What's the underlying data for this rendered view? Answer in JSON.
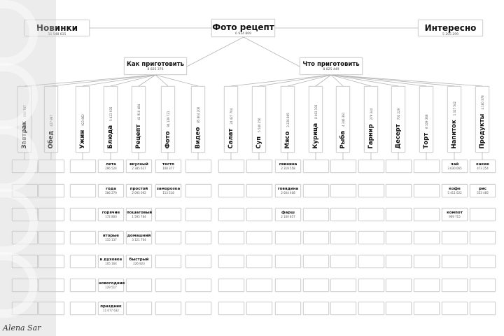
{
  "root": {
    "label": "Фото рецепт",
    "value": "6 934 869"
  },
  "left_node": {
    "label": "Новинки",
    "value": "11 548 615"
  },
  "right_node": {
    "label": "Интересно",
    "value": "5 205 299"
  },
  "groups": [
    {
      "label": "Как приготовить",
      "value": "8 825 376"
    },
    {
      "label": "Что приготовить",
      "value": "8 825 449"
    }
  ],
  "columns": [
    {
      "label": "Завтрак",
      "value": "868 357",
      "group": 0,
      "leaves": []
    },
    {
      "label": "Обед",
      "value": "427 987",
      "group": 0,
      "leaves": []
    },
    {
      "label": "Ужин",
      "value": "923 862",
      "group": 0,
      "leaves": []
    },
    {
      "label": "Блюда",
      "value": "5 423 935",
      "group": 0,
      "leaves": [
        {
          "label": "лета",
          "value": "296 524"
        },
        {
          "label": "года",
          "value": "286 279"
        },
        {
          "label": "горячие",
          "value": "172 800"
        },
        {
          "label": "вторые",
          "value": "115 137"
        },
        {
          "label": "в духовке",
          "value": "105 164"
        },
        {
          "label": "новогодние",
          "value": "129 517"
        },
        {
          "label": "праздник",
          "value": "11 077 632"
        }
      ]
    },
    {
      "label": "Рецепт",
      "value": "41 910 484",
      "group": 0,
      "leaves": [
        {
          "label": "вкусный",
          "value": "2 385 627"
        },
        {
          "label": "простой",
          "value": "2 095 092"
        },
        {
          "label": "пошаговый",
          "value": "1 595 784"
        },
        {
          "label": "домашний",
          "value": "3 121 704"
        },
        {
          "label": "быстрый",
          "value": "226 923"
        }
      ]
    },
    {
      "label": "Фото",
      "value": "94 139 721",
      "group": 0,
      "leaves": [
        {
          "label": "тесто",
          "value": "108 377"
        },
        {
          "label": "заморозка",
          "value": "113 518"
        }
      ]
    },
    {
      "label": "Видео",
      "value": "85 804 206",
      "group": 0,
      "leaves": []
    },
    {
      "label": "Салат",
      "value": "24 427 704",
      "group": 1,
      "leaves": []
    },
    {
      "label": "Суп",
      "value": "5 540 256",
      "group": 1,
      "leaves": []
    },
    {
      "label": "Мясо",
      "value": "3 236 865",
      "group": 1,
      "leaves": [
        {
          "label": "свинина",
          "value": "2 319 558"
        },
        {
          "label": "говядина",
          "value": "2 604 408"
        },
        {
          "label": "фарш",
          "value": "2 160 857"
        }
      ]
    },
    {
      "label": "Курица",
      "value": "8 493 193",
      "group": 1,
      "leaves": []
    },
    {
      "label": "Рыба",
      "value": "4 346 361",
      "group": 1,
      "leaves": []
    },
    {
      "label": "Гарнир",
      "value": "279 344",
      "group": 1,
      "leaves": []
    },
    {
      "label": "Десерт",
      "value": "702 229",
      "group": 1,
      "leaves": []
    },
    {
      "label": "Торт",
      "value": "8 109 368",
      "group": 1,
      "leaves": []
    },
    {
      "label": "Напиток",
      "value": "1 327 542",
      "group": 1,
      "leaves": [
        {
          "label": "чай",
          "value": "3 630 065"
        },
        {
          "label": "кофе",
          "value": "5 411 022"
        },
        {
          "label": "компот",
          "value": "909 715"
        }
      ]
    },
    {
      "label": "Продукты",
      "value": "4 160 378",
      "group": 1,
      "leaves": [
        {
          "label": "какие",
          "value": "473 254"
        },
        {
          "label": "рис",
          "value": "533 485"
        }
      ]
    }
  ],
  "signature": "Alena Sar"
}
